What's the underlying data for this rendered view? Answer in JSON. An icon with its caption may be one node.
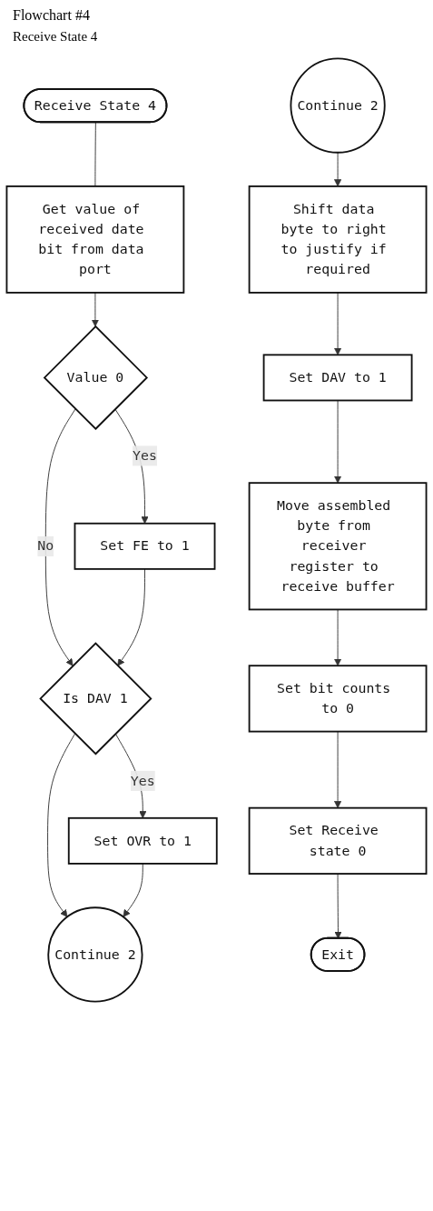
{
  "diagram": {
    "title": "Flowchart #4",
    "labels": [
      "Receive State 4"
    ],
    "nodes": [
      {
        "text": [
          "Receive State 4"
        ]
      },
      {
        "text": [
          "Get value of received date bit from data port"
        ]
      },
      {
        "text": [
          "Value 0"
        ]
      },
      {
        "text": [
          "Set FE to 1"
        ]
      },
      {
        "text": [
          "Is DAV 1"
        ]
      },
      {
        "text": [
          "Set OVR to 1"
        ]
      },
      {
        "text": [
          "Continue 2"
        ]
      },
      {
        "text": [
          "Continue 2"
        ]
      },
      {
        "text": [
          "Shift data byte to right to justify if required"
        ]
      },
      {
        "text": [
          "Set DAV to 1"
        ]
      },
      {
        "text": [
          "Move assembled byte from receiver register to receive buffer"
        ]
      },
      {
        "text": [
          "Set bit counts to 0"
        ]
      },
      {
        "text": [
          "Set Receive state 0"
        ]
      },
      {
        "text": [
          "Exit"
        ]
      }
    ],
    "edges": [
      {
        "from": 0,
        "to": 1,
        "arrow": "none"
      },
      {
        "from": 1,
        "to": 2,
        "arrow": "to"
      },
      {
        "from": 2,
        "to": 3,
        "arrow": "to",
        "label": "Yes"
      },
      {
        "from": 2,
        "to": 4,
        "arrow": "to",
        "label": "No"
      },
      {
        "from": 3,
        "to": 4,
        "arrow": "to"
      },
      {
        "from": 4,
        "to": 5,
        "arrow": "to",
        "label": "Yes"
      },
      {
        "from": 4,
        "to": 6,
        "arrow": "to"
      },
      {
        "from": 5,
        "to": 6,
        "arrow": "to"
      },
      {
        "from": 7,
        "to": 8,
        "arrow": "to"
      },
      {
        "from": 8,
        "to": 9,
        "arrow": "to"
      },
      {
        "from": 9,
        "to": 10,
        "arrow": "to"
      },
      {
        "from": 10,
        "to": 11,
        "arrow": "to"
      },
      {
        "from": 11,
        "to": 12,
        "arrow": "to"
      },
      {
        "from": 12,
        "to": 13,
        "arrow": "to"
      }
    ]
  }
}
